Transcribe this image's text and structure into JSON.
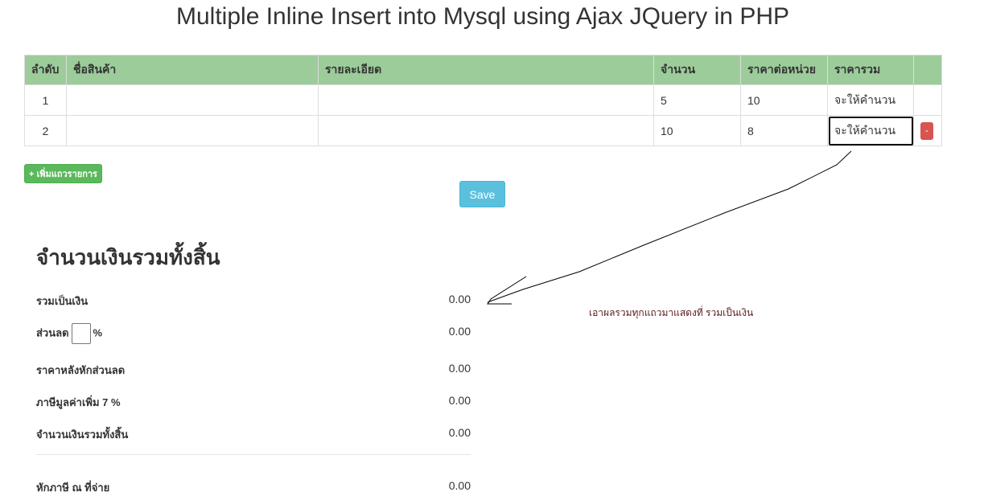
{
  "title": "Multiple Inline Insert into Mysql using Ajax JQuery in PHP",
  "table": {
    "headers": [
      "ลำดับ",
      "ชื่อสินค้า",
      "รายละเอียด",
      "จำนวน",
      "ราคาต่อหน่วย",
      "ราคารวม",
      ""
    ],
    "rows": [
      {
        "no": "1",
        "name": "",
        "detail": "",
        "qty": "5",
        "price": "10",
        "total": "จะให้คำนวน"
      },
      {
        "no": "2",
        "name": "",
        "detail": "",
        "qty": "10",
        "price": "8",
        "total": "จะให้คำนวน",
        "delete": "-"
      }
    ]
  },
  "add_row_label": "+ เพิ่มแถวรายการ",
  "save_label": "Save",
  "summary": {
    "heading": "จำนวนเงินรวมทั้งสิ้น",
    "subtotal_label": "รวมเป็นเงิน",
    "subtotal": "0.00",
    "discount_label": "ส่วนลด",
    "discount_pct": "%",
    "discount": "0.00",
    "after_discount_label": "ราคาหลังหักส่วนลด",
    "after_discount": "0.00",
    "vat_label": "ภาษีมูลค่าเพิ่ม 7 %",
    "vat": "0.00",
    "grand_total_label": "จำนวนเงินรวมทั้งสิ้น",
    "grand_total": "0.00",
    "withholding_label": "หักภาษี ณ ที่จ่าย",
    "withholding": "0.00"
  },
  "annotation": "เอาผลรวมทุกแถวมาแสดงที่ รวมเป็นเงิน"
}
